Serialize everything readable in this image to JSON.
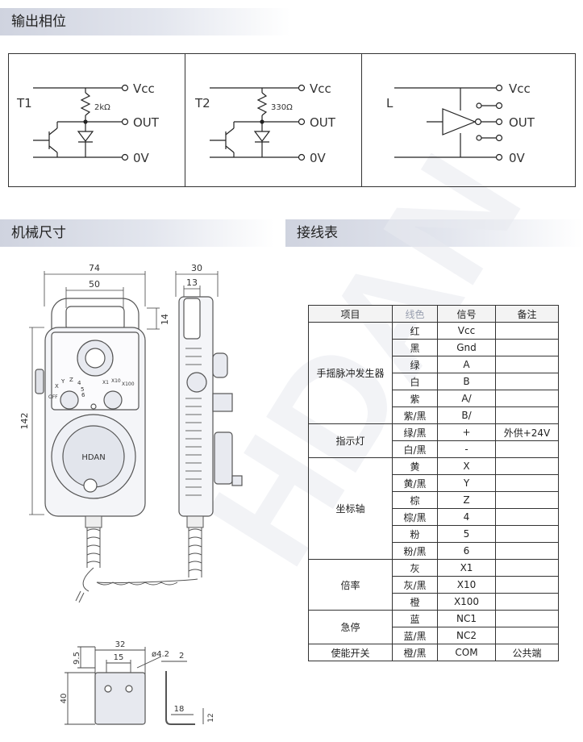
{
  "sections": {
    "phase_title": "输出相位",
    "dimensions_title": "机械尺寸",
    "wiring_title": "接线表"
  },
  "circuits": {
    "vcc": "Vcc",
    "out": "OUT",
    "zero_v": "0V",
    "t1": {
      "label": "T1",
      "resistor": "2kΩ"
    },
    "t2": {
      "label": "T2",
      "resistor": "330Ω"
    },
    "l": {
      "label": "L"
    }
  },
  "dimensions": {
    "w74": "74",
    "w50": "50",
    "h14": "14",
    "h142": "142",
    "d30": "30",
    "d13": "13",
    "b32": "32",
    "b15": "15",
    "b9_5": "9.5",
    "hole": "ø4.2",
    "t2": "2",
    "h40": "40",
    "b18": "18",
    "b12": "12"
  },
  "device": {
    "axis_labels": [
      "X",
      "Y",
      "Z",
      "4",
      "5",
      "6"
    ],
    "off_label": "OFF",
    "rate_labels": [
      "X1",
      "X10",
      "X100"
    ],
    "brand": "HDAN"
  },
  "watermark": "HDAN",
  "wiring_table": {
    "headers": [
      "项目",
      "线色",
      "信号",
      "备注"
    ],
    "groups": [
      {
        "item": "手摇脉冲发生器",
        "rows": [
          {
            "color": "红",
            "signal": "Vcc",
            "note": ""
          },
          {
            "color": "黑",
            "signal": "Gnd",
            "note": ""
          },
          {
            "color": "绿",
            "signal": "A",
            "note": ""
          },
          {
            "color": "白",
            "signal": "B",
            "note": ""
          },
          {
            "color": "紫",
            "signal": "A/",
            "note": ""
          },
          {
            "color": "紫/黑",
            "signal": "B/",
            "note": ""
          }
        ]
      },
      {
        "item": "指示灯",
        "rows": [
          {
            "color": "绿/黑",
            "signal": "+",
            "note": "外供+24V"
          },
          {
            "color": "白/黑",
            "signal": "-",
            "note": ""
          }
        ]
      },
      {
        "item": "坐标轴",
        "rows": [
          {
            "color": "黄",
            "signal": "X",
            "note": ""
          },
          {
            "color": "黄/黑",
            "signal": "Y",
            "note": ""
          },
          {
            "color": "棕",
            "signal": "Z",
            "note": ""
          },
          {
            "color": "棕/黑",
            "signal": "4",
            "note": ""
          },
          {
            "color": "粉",
            "signal": "5",
            "note": ""
          },
          {
            "color": "粉/黑",
            "signal": "6",
            "note": ""
          }
        ]
      },
      {
        "item": "倍率",
        "rows": [
          {
            "color": "灰",
            "signal": "X1",
            "note": ""
          },
          {
            "color": "灰/黑",
            "signal": "X10",
            "note": ""
          },
          {
            "color": "橙",
            "signal": "X100",
            "note": ""
          }
        ]
      },
      {
        "item": "急停",
        "rows": [
          {
            "color": "蓝",
            "signal": "NC1",
            "note": ""
          },
          {
            "color": "蓝/黑",
            "signal": "NC2",
            "note": ""
          }
        ]
      },
      {
        "item": "使能开关",
        "rows": [
          {
            "color": "橙/黑",
            "signal": "COM",
            "note": "公共端"
          }
        ]
      }
    ]
  }
}
